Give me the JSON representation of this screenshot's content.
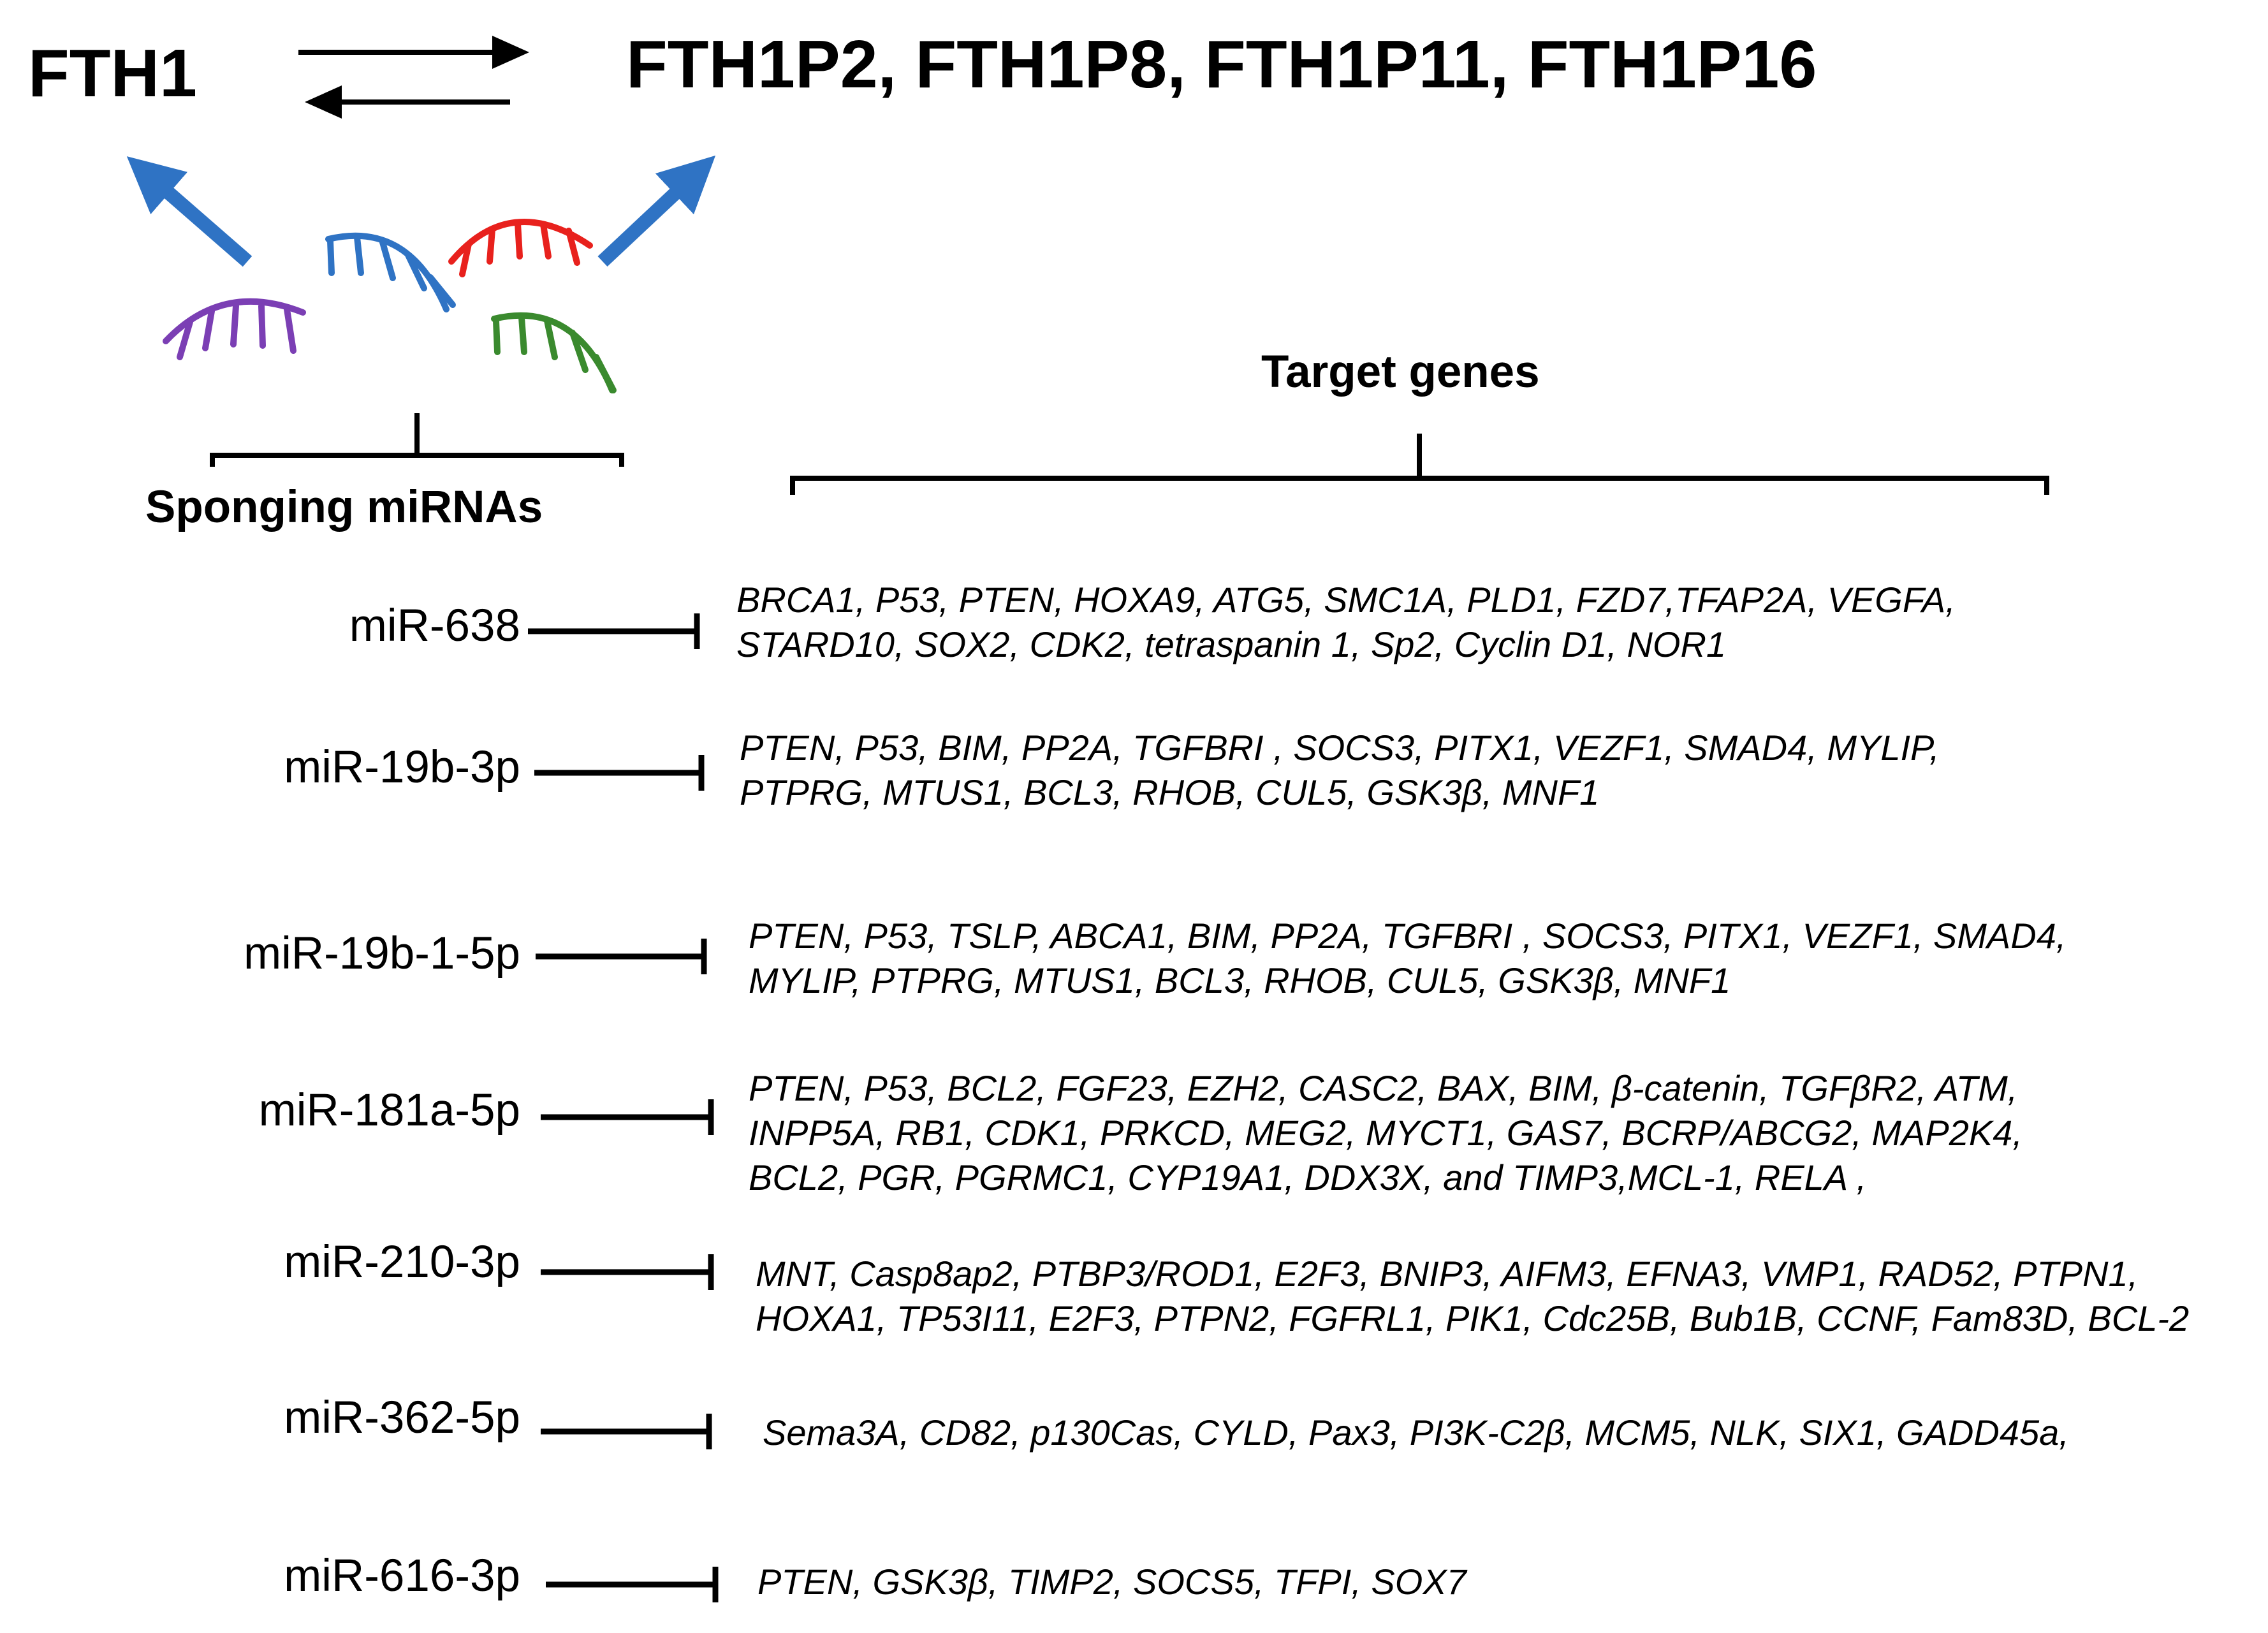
{
  "header": {
    "gene": "FTH1",
    "pseudogenes": "FTH1P2, FTH1P8, FTH1P11, FTH1P16"
  },
  "labels": {
    "sponging": "Sponging miRNAs",
    "targets": "Target genes"
  },
  "colors": {
    "arrow_blue": "#2f73c4",
    "mirna_purple": "#7b3fb4",
    "mirna_blue": "#2f73c4",
    "mirna_red": "#e8211d",
    "mirna_green": "#3a8a2e"
  },
  "interactions": [
    {
      "mirna": "miR-638",
      "targets": "BRCA1, P53, PTEN, HOXA9, ATG5, SMC1A, PLD1, FZD7,TFAP2A, VEGFA,\nSTARD10, SOX2, CDK2, tetraspanin 1, Sp2, Cyclin D1, NOR1"
    },
    {
      "mirna": "miR-19b-3p",
      "targets": "PTEN, P53, BIM, PP2A, TGFBRI , SOCS3, PITX1, VEZF1, SMAD4, MYLIP,\nPTPRG, MTUS1, BCL3, RHOB, CUL5, GSK3β, MNF1"
    },
    {
      "mirna": "miR-19b-1-5p",
      "targets": "PTEN, P53, TSLP, ABCA1, BIM, PP2A, TGFBRI , SOCS3, PITX1, VEZF1, SMAD4,\nMYLIP, PTPRG, MTUS1, BCL3, RHOB, CUL5, GSK3β, MNF1"
    },
    {
      "mirna": "miR-181a-5p",
      "targets": "PTEN, P53, BCL2, FGF23, EZH2, CASC2, BAX, BIM, β-catenin, TGFβR2, ATM,\nINPP5A, RB1, CDK1, PRKCD, MEG2, MYCT1, GAS7, BCRP/ABCG2, MAP2K4,\nBCL2, PGR, PGRMC1, CYP19A1, DDX3X, and TIMP3,MCL-1, RELA ,"
    },
    {
      "mirna": "miR-210-3p",
      "targets": "MNT, Casp8ap2, PTBP3/ROD1, E2F3, BNIP3, AIFM3, EFNA3, VMP1, RAD52, PTPN1,\nHOXA1, TP53I11, E2F3, PTPN2, FGFRL1, PIK1, Cdc25B, Bub1B, CCNF, Fam83D, BCL-2"
    },
    {
      "mirna": "miR-362-5p",
      "targets": "Sema3A, CD82, p130Cas, CYLD, Pax3, PI3K-C2β, MCM5, NLK, SIX1, GADD45a,"
    },
    {
      "mirna": "miR-616-3p",
      "targets": "PTEN, GSK3β, TIMP2, SOCS5, TFPI, SOX7"
    }
  ]
}
